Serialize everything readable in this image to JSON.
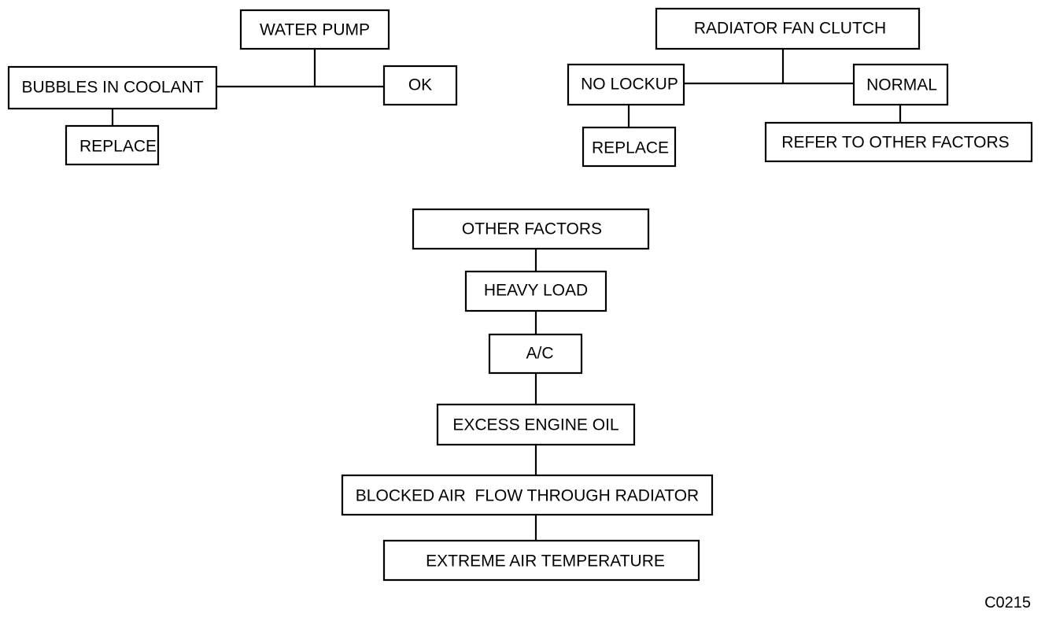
{
  "nodes": {
    "water_pump": "WATER PUMP",
    "bubbles_in_coolant": "BUBBLES IN COOLANT",
    "ok": "OK",
    "replace_left": "REPLACE",
    "radiator_fan_clutch": "RADIATOR FAN CLUTCH",
    "no_lockup": "NO LOCKUP",
    "normal": "NORMAL",
    "replace_right": "REPLACE",
    "refer_to_other_factors": "REFER TO OTHER FACTORS",
    "other_factors": "OTHER FACTORS",
    "heavy_load": "HEAVY LOAD",
    "ac": "A/C",
    "excess_engine_oil": "EXCESS ENGINE OIL",
    "blocked_air_flow": "BLOCKED AIR  FLOW THROUGH RADIATOR",
    "extreme_air_temperature": "EXTREME AIR TEMPERATURE"
  },
  "figure_id": "C0215"
}
